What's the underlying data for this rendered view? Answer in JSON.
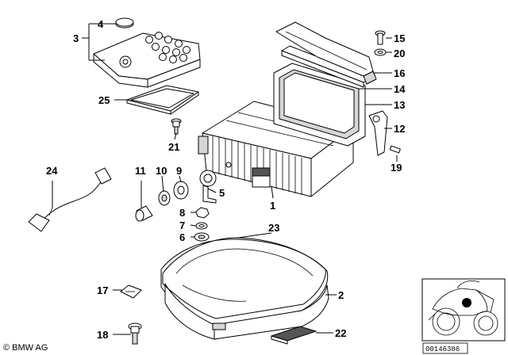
{
  "callouts": {
    "c1": "1",
    "c2": "2",
    "c3": "3",
    "c4": "4",
    "c5": "5",
    "c6": "6",
    "c7": "7",
    "c8": "8",
    "c9": "9",
    "c10": "10",
    "c11": "11",
    "c12": "12",
    "c13": "13",
    "c14": "14",
    "c15": "15",
    "c16": "16",
    "c17": "17",
    "c18": "18",
    "c19": "19",
    "c20": "20",
    "c21": "21",
    "c22": "22",
    "c23": "23",
    "c24": "24",
    "c25": "25"
  },
  "copyright": "© BMW AG",
  "image_number": "00146386",
  "icons": [
    "motorcycle-locator-icon"
  ],
  "colors": {
    "line": "#000000",
    "shade": "#d6d6d6",
    "background": "#ffffff"
  }
}
